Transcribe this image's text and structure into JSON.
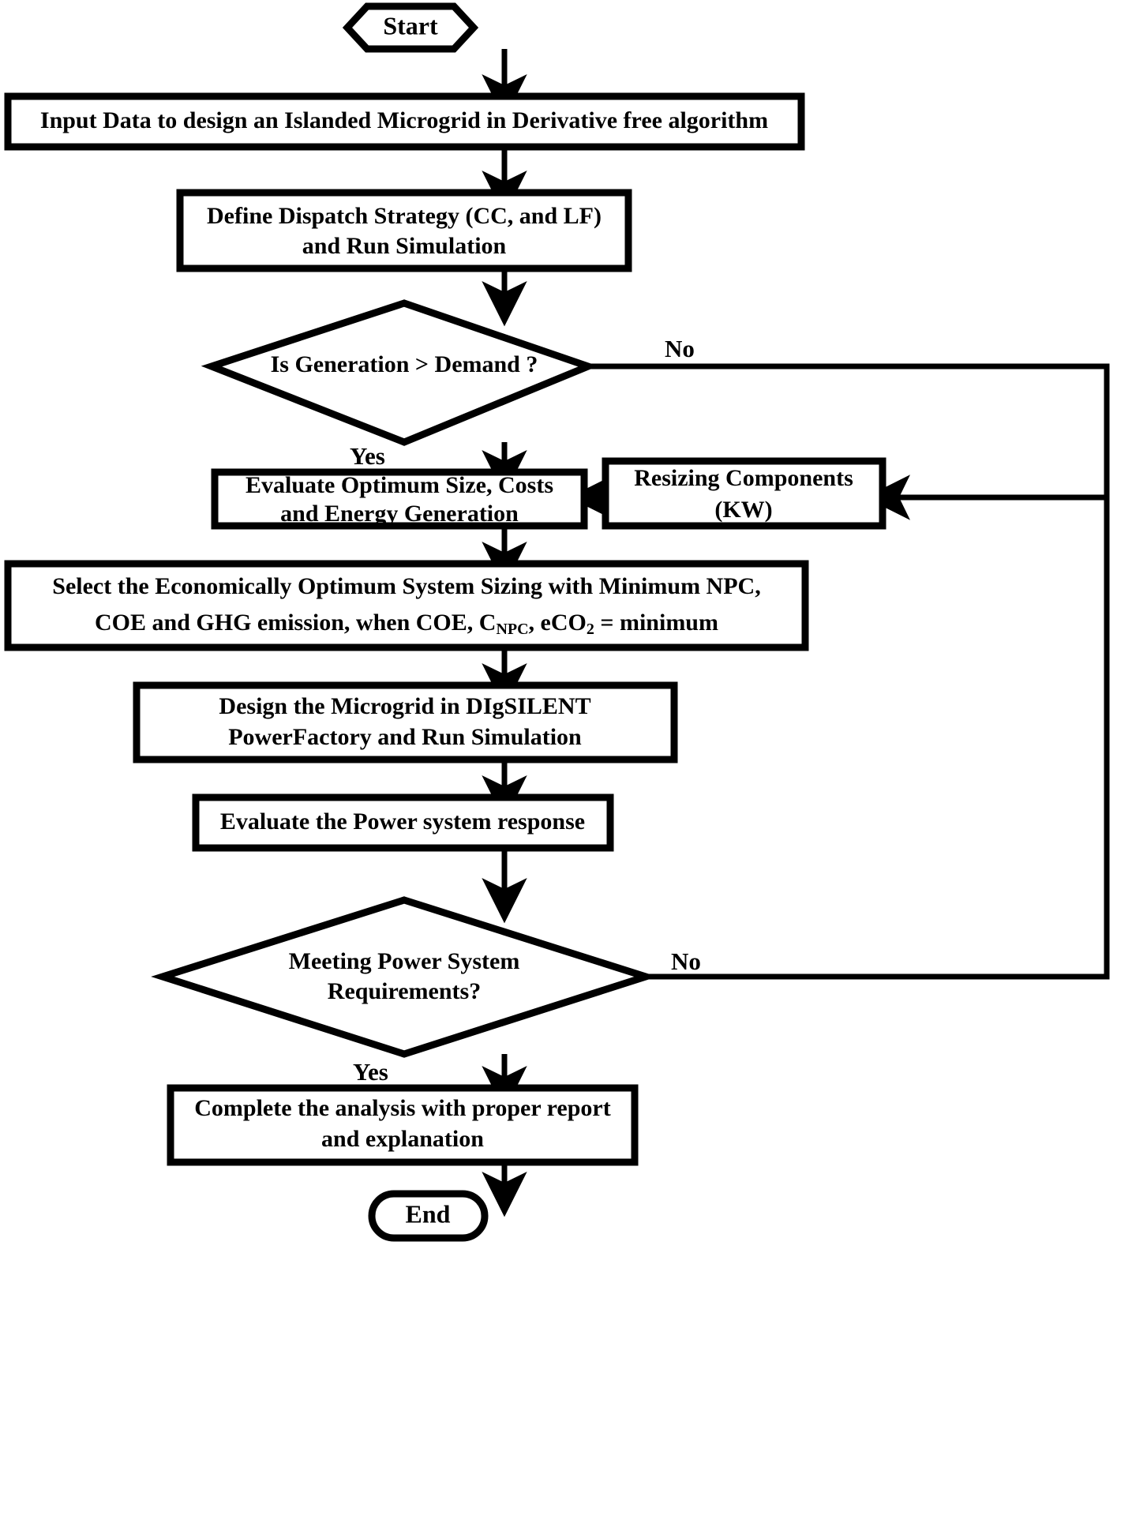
{
  "diagram": {
    "title": "Islanded Microgrid Design Optimization Flowchart",
    "type": "flowchart",
    "background_color": "#ffffff",
    "line_color": "#000000"
  },
  "nodes": {
    "start": {
      "label": "Start",
      "shape": "hexagon"
    },
    "input_data": {
      "label": "Input Data to design an Islanded Microgrid in Derivative free algorithm",
      "shape": "rectangle"
    },
    "define_dispatch_l1": {
      "label": "Define Dispatch Strategy (CC, and LF)",
      "shape": "rectangle"
    },
    "define_dispatch_l2": {
      "label": "and Run Simulation"
    },
    "decision_generation": {
      "label": "Is Generation  > Demand ?",
      "shape": "diamond"
    },
    "evaluate_optimum_l1": {
      "label": "Evaluate Optimum Size, Costs",
      "shape": "rectangle"
    },
    "evaluate_optimum_l2": {
      "label": "and Energy Generation"
    },
    "resizing_l1": {
      "label": "Resizing Components",
      "shape": "rectangle"
    },
    "resizing_l2": {
      "label": "(KW)"
    },
    "select_sizing_l1": {
      "label": "Select the Economically Optimum System Sizing with Minimum NPC,",
      "shape": "rectangle"
    },
    "select_sizing_l2_a": {
      "label": "COE and GHG emission, when COE, C"
    },
    "select_sizing_l2_sub1": {
      "label": "NPC"
    },
    "select_sizing_l2_b": {
      "label": ", eCO"
    },
    "select_sizing_l2_sub2": {
      "label": "2"
    },
    "select_sizing_l2_c": {
      "label": " = minimum"
    },
    "design_microgrid_l1": {
      "label": "Design the Microgrid in DIgSILENT",
      "shape": "rectangle"
    },
    "design_microgrid_l2": {
      "label": "PowerFactory and Run Simulation"
    },
    "evaluate_response": {
      "label": "Evaluate the Power system response",
      "shape": "rectangle"
    },
    "decision_requirements_l1": {
      "label": "Meeting Power System",
      "shape": "diamond"
    },
    "decision_requirements_l2": {
      "label": "Requirements?"
    },
    "complete_analysis_l1": {
      "label": "Complete the analysis with proper report",
      "shape": "rectangle"
    },
    "complete_analysis_l2": {
      "label": "and explanation"
    },
    "end": {
      "label": "End",
      "shape": "stadium"
    }
  },
  "edge_labels": {
    "generation_no": "No",
    "generation_yes": "Yes",
    "requirements_no": "No",
    "requirements_yes": "Yes"
  }
}
